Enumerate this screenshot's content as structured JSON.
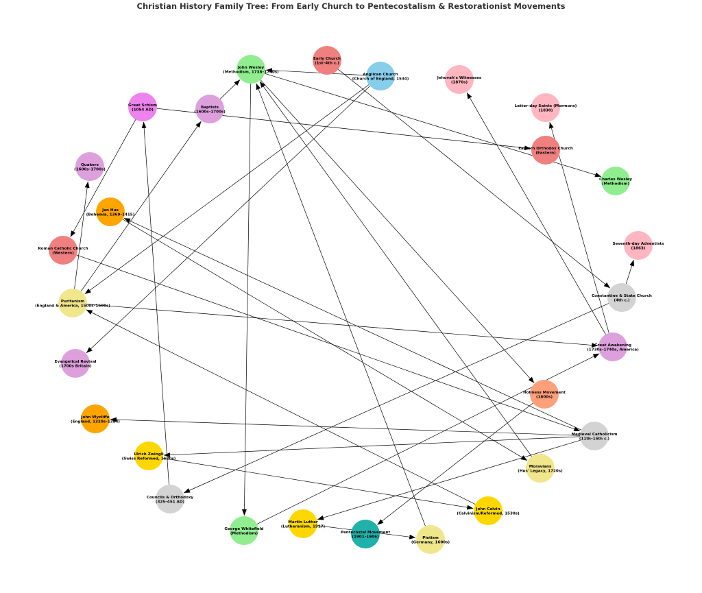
{
  "title": "Christian History Family Tree: From Early Church to Pentecostalism & Restorationist Movements",
  "colors": {
    "red": "#f08080",
    "blue": "#87ceeb",
    "gray": "#d3d3d3",
    "violet": "#ee82ee",
    "orange": "#ffa500",
    "gold": "#ffd700",
    "plum": "#dda0dd",
    "khaki": "#f0e68c",
    "green": "#90ee90",
    "salmon": "#ffa07a",
    "teal": "#20b2aa",
    "pink": "#ffb6c1"
  },
  "nodes": [
    {
      "id": "early",
      "lines": [
        "Early Church",
        "(1st–4th c.)"
      ],
      "color": "red"
    },
    {
      "id": "anglican",
      "lines": [
        "Anglican Church",
        "(Church of England, 1534)"
      ],
      "color": "blue"
    },
    {
      "id": "jw",
      "lines": [
        "Jehovah's Witnesses",
        "(1870s)"
      ],
      "color": "pink"
    },
    {
      "id": "lds",
      "lines": [
        "Latter-day Saints (Mormons)",
        "(1830)"
      ],
      "color": "pink"
    },
    {
      "id": "eastern",
      "lines": [
        "Eastern Orthodox Church",
        "(Eastern)"
      ],
      "color": "red"
    },
    {
      "id": "cwesley",
      "lines": [
        "Charles Wesley",
        "(Methodism)"
      ],
      "color": "green"
    },
    {
      "id": "sda",
      "lines": [
        "Seventh-day Adventists",
        "(1863)"
      ],
      "color": "pink"
    },
    {
      "id": "constantine",
      "lines": [
        "Constantine & State Church",
        "(4th c.)"
      ],
      "color": "gray"
    },
    {
      "id": "awakening",
      "lines": [
        "Great Awakening",
        "(1730s–1740s, America)"
      ],
      "color": "plum"
    },
    {
      "id": "holiness",
      "lines": [
        "Holiness Movement",
        "(1800s)"
      ],
      "color": "salmon"
    },
    {
      "id": "medieval",
      "lines": [
        "Medieval Catholicism",
        "(11th–15th c.)"
      ],
      "color": "gray"
    },
    {
      "id": "moravians",
      "lines": [
        "Moravians",
        "(Hus' Legacy, 1720s)"
      ],
      "color": "khaki"
    },
    {
      "id": "calvin",
      "lines": [
        "John Calvin",
        "(Calvinism/Reformed, 1530s)"
      ],
      "color": "gold"
    },
    {
      "id": "pietism",
      "lines": [
        "Pietism",
        "(Germany, 1600s)"
      ],
      "color": "khaki"
    },
    {
      "id": "pentecostal",
      "lines": [
        "Pentecostal Movement",
        "(1901–1906)"
      ],
      "color": "teal"
    },
    {
      "id": "luther",
      "lines": [
        "Martin Luther",
        "(Lutheranism, 1517)"
      ],
      "color": "gold"
    },
    {
      "id": "whitefield",
      "lines": [
        "George Whitefield",
        "(Methodism)"
      ],
      "color": "green"
    },
    {
      "id": "councils",
      "lines": [
        "Councils & Orthodoxy",
        "(325–451 AD)"
      ],
      "color": "gray"
    },
    {
      "id": "zwingli",
      "lines": [
        "Ulrich Zwingli",
        "(Swiss Reformed, 1520s)"
      ],
      "color": "gold"
    },
    {
      "id": "wycliffe",
      "lines": [
        "John Wycliffe",
        "(England, 1320s–1384)"
      ],
      "color": "orange"
    },
    {
      "id": "revival",
      "lines": [
        "Evangelical Revival",
        "(1700s Britain)"
      ],
      "color": "plum"
    },
    {
      "id": "puritanism",
      "lines": [
        "Puritanism",
        "(England & America, 1500s–1600s)"
      ],
      "color": "khaki"
    },
    {
      "id": "rcc",
      "lines": [
        "Roman Catholic Church",
        "(Western)"
      ],
      "color": "red"
    },
    {
      "id": "hus",
      "lines": [
        "Jan Hus",
        "(Bohemia, 1369–1415)"
      ],
      "color": "orange"
    },
    {
      "id": "quakers",
      "lines": [
        "Quakers",
        "(1600s–1700s)"
      ],
      "color": "plum"
    },
    {
      "id": "schism",
      "lines": [
        "Great Schism",
        "(1054 AD)"
      ],
      "color": "violet"
    },
    {
      "id": "baptists",
      "lines": [
        "Baptists",
        "(1600s–1700s)"
      ],
      "color": "plum"
    },
    {
      "id": "jwesley",
      "lines": [
        "John Wesley",
        "(Methodism, 1738–1740s)"
      ],
      "color": "green"
    }
  ],
  "edges": [
    {
      "from": "early",
      "to": "constantine"
    },
    {
      "from": "constantine",
      "to": "sda"
    },
    {
      "from": "constantine",
      "to": "councils"
    },
    {
      "from": "councils",
      "to": "schism"
    },
    {
      "from": "schism",
      "to": "eastern"
    },
    {
      "from": "schism",
      "to": "rcc"
    },
    {
      "from": "rcc",
      "to": "medieval"
    },
    {
      "from": "medieval",
      "to": "wycliffe"
    },
    {
      "from": "medieval",
      "to": "zwingli"
    },
    {
      "from": "medieval",
      "to": "luther"
    },
    {
      "from": "medieval",
      "to": "hus"
    },
    {
      "from": "hus",
      "to": "moravians"
    },
    {
      "from": "luther",
      "to": "pietism"
    },
    {
      "from": "zwingli",
      "to": "calvin"
    },
    {
      "from": "calvin",
      "to": "puritanism"
    },
    {
      "from": "anglican",
      "to": "jwesley"
    },
    {
      "from": "anglican",
      "to": "puritanism"
    },
    {
      "from": "anglican",
      "to": "revival"
    },
    {
      "from": "puritanism",
      "to": "baptists"
    },
    {
      "from": "puritanism",
      "to": "quakers"
    },
    {
      "from": "puritanism",
      "to": "awakening"
    },
    {
      "from": "baptists",
      "to": "jwesley"
    },
    {
      "from": "moravians",
      "to": "jwesley"
    },
    {
      "from": "pietism",
      "to": "jwesley"
    },
    {
      "from": "jwesley",
      "to": "cwesley"
    },
    {
      "from": "jwesley",
      "to": "whitefield"
    },
    {
      "from": "jwesley",
      "to": "holiness"
    },
    {
      "from": "whitefield",
      "to": "awakening"
    },
    {
      "from": "holiness",
      "to": "pentecostal"
    },
    {
      "from": "awakening",
      "to": "lds"
    },
    {
      "from": "awakening",
      "to": "jw"
    }
  ]
}
